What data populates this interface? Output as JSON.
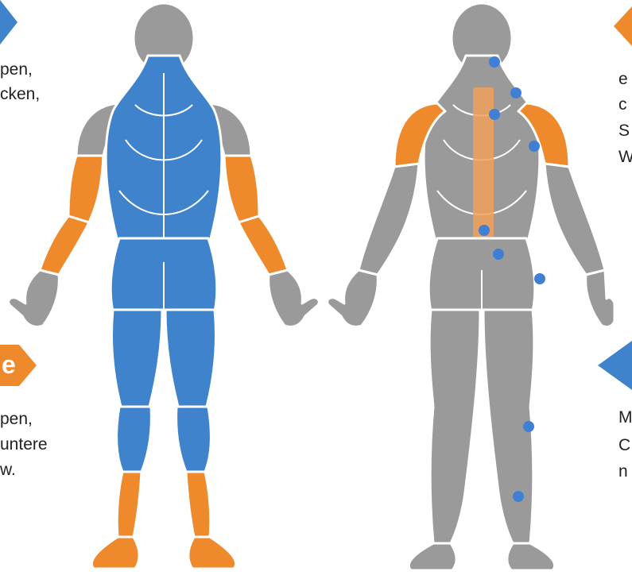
{
  "colors": {
    "blue": "#3f83cc",
    "orange": "#ee8a2c",
    "gray": "#9a9a9a",
    "outline": "#ffffff",
    "dot": "#3f7fd4",
    "spine_band": "#f0a05a"
  },
  "left_notes": {
    "top_lines": [
      "pen,",
      "cken,"
    ],
    "bottom_badge": "e",
    "bottom_lines": [
      "pen,",
      "untere",
      "w."
    ]
  },
  "right_notes": {
    "top_lines": [
      "e",
      "c",
      "S",
      "W"
    ],
    "bottom_lines": [
      "M",
      "C",
      "n"
    ]
  },
  "figures": [
    {
      "id": "trained-figure",
      "view": "back",
      "highlight": "blue torso and legs, orange forearms and calves"
    },
    {
      "id": "pain-figure",
      "view": "back",
      "highlight": "orange shoulders and spine band, blue pain points"
    }
  ],
  "pain_points_count": 9
}
